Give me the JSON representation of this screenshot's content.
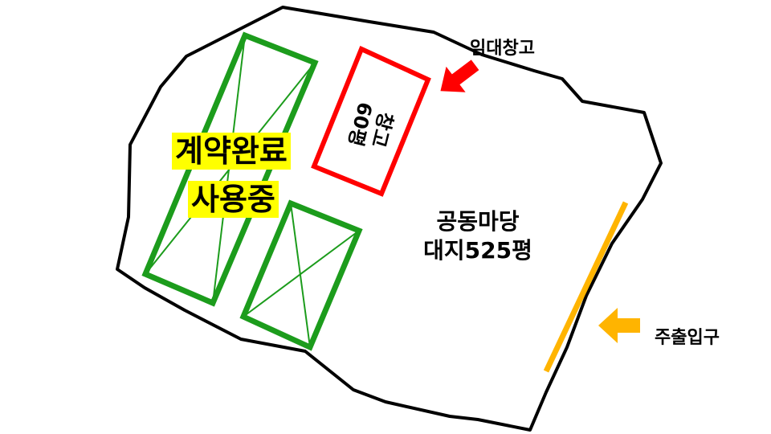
{
  "site": {
    "status_line1": "계약완료",
    "status_line2": "사용중",
    "warehouse_line1": "창고",
    "warehouse_line2": "60평",
    "yard_line1": "공동마당",
    "yard_line2": "대지525평",
    "callout_warehouse": "임대창고",
    "callout_entrance": "주출입구"
  },
  "colors": {
    "outline": "#000000",
    "contracted": "#1c9c1c",
    "rental": "#ff0000",
    "arrow_red": "#ff0000",
    "arrow_orange": "#ffb400",
    "entrance_line": "#ffb400",
    "highlight": "#ffff00"
  }
}
